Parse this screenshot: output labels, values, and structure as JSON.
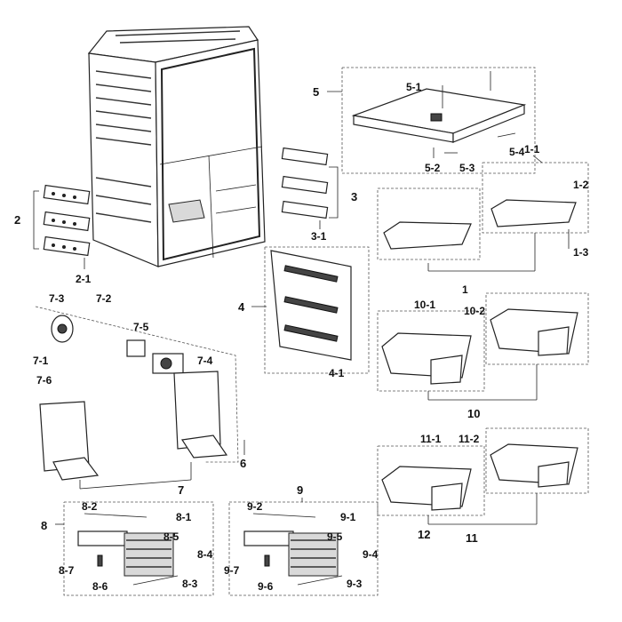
{
  "labels": {
    "l1": "1",
    "l1_1": "1-1",
    "l1_2": "1-2",
    "l1_3": "1-3",
    "l2": "2",
    "l2_1": "2-1",
    "l3": "3",
    "l3_1": "3-1",
    "l4": "4",
    "l4_1": "4-1",
    "l5": "5",
    "l5_1": "5-1",
    "l5_2": "5-2",
    "l5_3": "5-3",
    "l5_4": "5-4",
    "l6": "6",
    "l7": "7",
    "l7_1": "7-1",
    "l7_2": "7-2",
    "l7_3": "7-3",
    "l7_4": "7-4",
    "l7_5": "7-5",
    "l7_6": "7-6",
    "l8": "8",
    "l8_1": "8-1",
    "l8_2": "8-2",
    "l8_3": "8-3",
    "l8_4": "8-4",
    "l8_5": "8-5",
    "l8_6": "8-6",
    "l8_7": "8-7",
    "l9": "9",
    "l9_1": "9-1",
    "l9_2": "9-2",
    "l9_3": "9-3",
    "l9_4": "9-4",
    "l9_5": "9-5",
    "l9_6": "9-6",
    "l9_7": "9-7",
    "l10": "10",
    "l10_1": "10-1",
    "l10_2": "10-2",
    "l11": "11",
    "l11_1": "11-1",
    "l11_2": "11-2",
    "l12": "12"
  }
}
